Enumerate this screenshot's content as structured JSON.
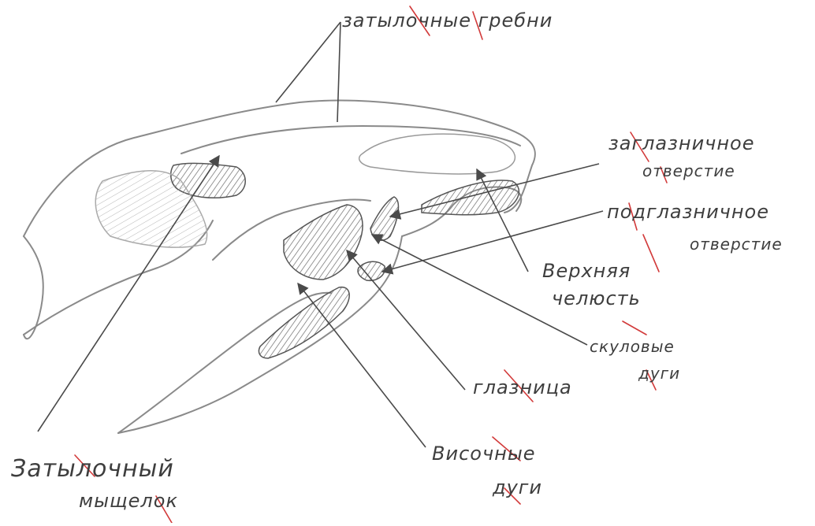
{
  "labels": {
    "occipital_crests": "затылочные гребни",
    "postorbital_foramen_1": "заглазничное",
    "postorbital_foramen_2": "отверстие",
    "infraorbital_foramen_1": "подглазничное",
    "infraorbital_foramen_2": "отверстие",
    "maxilla_1": "Верхняя",
    "maxilla_2": "челюсть",
    "zygomatic_arches_1": "скуловые",
    "zygomatic_arches_2": "дуги",
    "orbit": "глазница",
    "temporal_arches_1": "Височные",
    "temporal_arches_2": "дуги",
    "occipital_condyle_1": "Затылочный",
    "occipital_condyle_2": "мыщелок"
  },
  "colors": {
    "pencil": "#4a4a4a",
    "light_pencil": "#8a8a8a",
    "hatch": "#6a6a6a",
    "correction": "#d23a3a"
  }
}
